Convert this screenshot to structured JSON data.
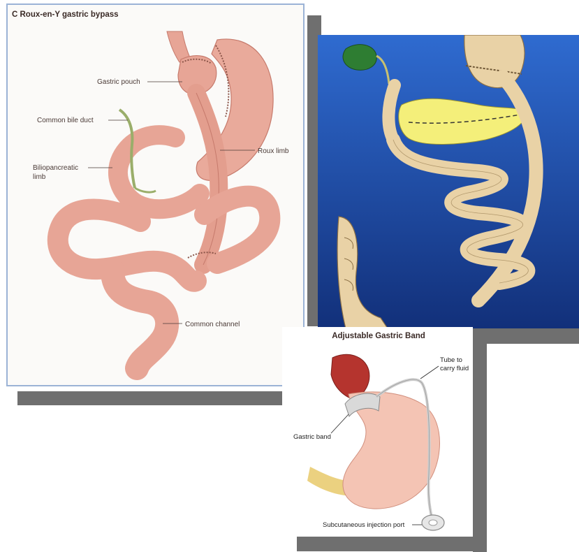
{
  "rygb": {
    "title": "C  Roux-en-Y gastric bypass",
    "labels": {
      "gastric_pouch": "Gastric pouch",
      "common_bile_duct": "Common bile duct",
      "roux_limb": "Roux limb",
      "biliopancreatic_line1": "Biliopancreatic",
      "biliopancreatic_line2": "limb",
      "common_channel": "Common channel"
    }
  },
  "band": {
    "title": "Adjustable Gastric Band",
    "labels": {
      "tube_line1": "Tube to",
      "tube_line2": "carry fluid",
      "gastric_band": "Gastric band",
      "injection_port": "Subcutaneous injection port"
    }
  },
  "colors": {
    "intestine": "#e7a596",
    "intestine_dark": "#c67a6c",
    "bowel_tan": "#e9d2a6",
    "pancreas": "#f4ef7a",
    "gallbladder": "#2e7d32",
    "ds_background": "#1e4ea8",
    "panel_border": "#9bb3d6"
  }
}
